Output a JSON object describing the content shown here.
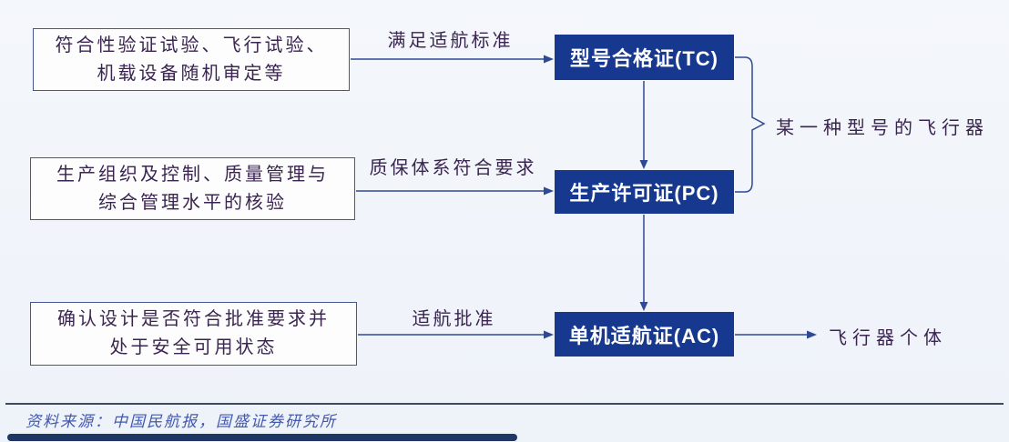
{
  "flow": {
    "steps": [
      {
        "input_line1": "符合性验证试验、飞行试验、",
        "input_line2": "机载设备随机审定等",
        "arrow_label": "满足适航标准",
        "certificate": "型号合格证(TC)"
      },
      {
        "input_line1": "生产组织及控制、质量管理与",
        "input_line2": "综合管理水平的核验",
        "arrow_label": "质保体系符合要求",
        "certificate": "生产许可证(PC)"
      },
      {
        "input_line1": "确认设计是否符合批准要求并",
        "input_line2": "处于安全可用状态",
        "arrow_label": "适航批准",
        "certificate": "单机适航证(AC)"
      }
    ],
    "bracket_label": "某一种型号的飞行器",
    "ac_result": "飞行器个体"
  },
  "footer": {
    "source": "资料来源：中国民航报，国盛证券研究所"
  },
  "colors": {
    "background": "#f2f5fa",
    "certificate_box": "#16388e",
    "certificate_text": "#ffffff",
    "outline_box_border": "#44598f",
    "handwriting_text": "#3a2550",
    "connector": "#2e4a94",
    "source_text": "#4358b0",
    "separator": "#3e4a61",
    "bottom_bar": "#1e3767"
  }
}
